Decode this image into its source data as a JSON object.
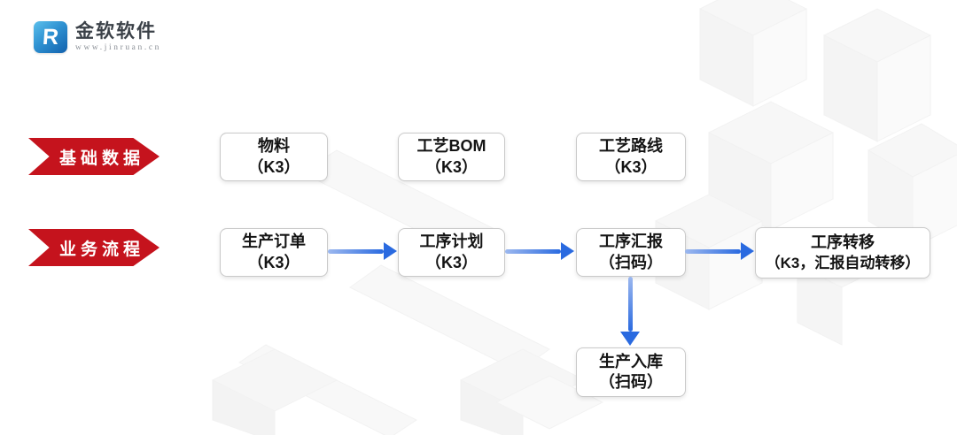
{
  "brand": {
    "name": "金软软件",
    "url": "www.jinruan.cn",
    "logo_letter": "R"
  },
  "colors": {
    "banner_red": "#c5131d",
    "arrow_blue": "#2a6ae0",
    "arrow_blue_light": "#9cb8ef",
    "box_border": "#c9c9c9",
    "box_text": "#141414"
  },
  "rows": [
    {
      "label": "基础数据",
      "boxes": [
        {
          "line1": "物料",
          "line2": "（K3）"
        },
        {
          "line1": "工艺BOM",
          "line2": "（K3）"
        },
        {
          "line1": "工艺路线",
          "line2": "（K3）"
        }
      ]
    },
    {
      "label": "业务流程",
      "boxes": [
        {
          "line1": "生产订单",
          "line2": "（K3）"
        },
        {
          "line1": "工序计划",
          "line2": "（K3）"
        },
        {
          "line1": "工序汇报",
          "line2": "（扫码）"
        },
        {
          "line1": "工序转移",
          "line2": "（K3，汇报自动转移）"
        }
      ]
    }
  ],
  "warehouse_box": {
    "line1": "生产入库",
    "line2": "（扫码）"
  }
}
